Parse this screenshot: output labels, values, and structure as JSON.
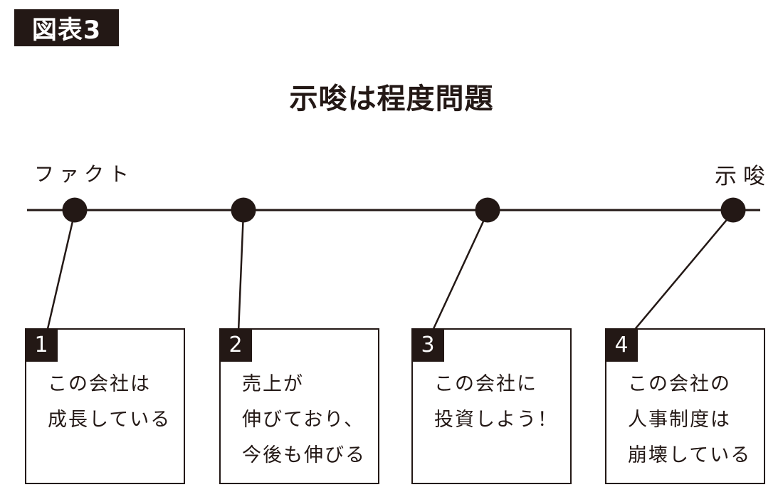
{
  "figure_label": "図表3",
  "title": "示唆は程度問題",
  "timeline": {
    "left_label": "ファクト",
    "right_label": "示唆",
    "dot_count": 4
  },
  "colors": {
    "ink": "#231815",
    "background": "#ffffff",
    "badge_text": "#ffffff"
  },
  "cards": [
    {
      "number": "1",
      "lines": [
        "この会社は",
        "成長している"
      ]
    },
    {
      "number": "2",
      "lines": [
        "売上が",
        "伸びており、",
        "今後も伸びる"
      ]
    },
    {
      "number": "3",
      "lines": [
        "この会社に",
        "投資しよう！"
      ]
    },
    {
      "number": "4",
      "lines": [
        "この会社の",
        "人事制度は",
        "崩壊している"
      ]
    }
  ]
}
